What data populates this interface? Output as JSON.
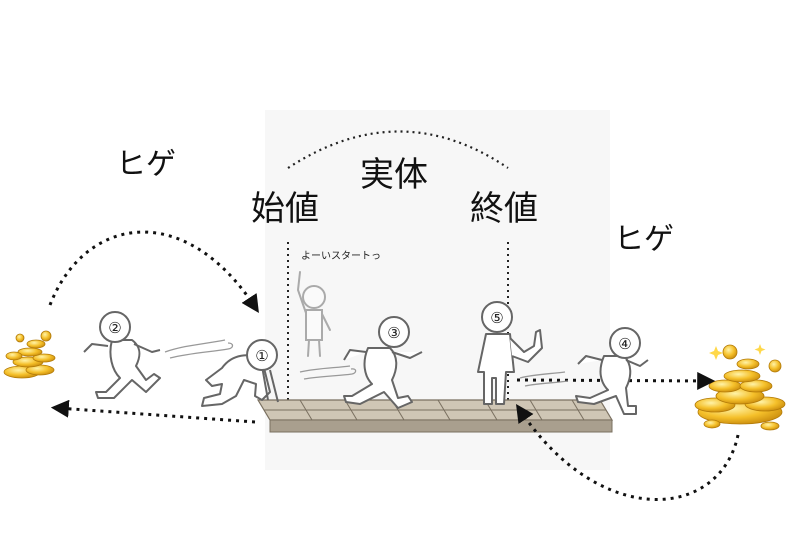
{
  "labels": {
    "open": "始値",
    "body": "実体",
    "close": "終値",
    "wick_left": "ヒゲ",
    "wick_right": "ヒゲ",
    "start_call": "よーいスタートっ"
  },
  "runners": [
    "①",
    "②",
    "③",
    "④",
    "⑤"
  ],
  "colors": {
    "ink": "#111111",
    "figure_stroke": "#555555",
    "track": "#c8bfaf",
    "track_edge": "#7a7060",
    "gold": "#f2b51e",
    "gold_light": "#ffe58a"
  }
}
